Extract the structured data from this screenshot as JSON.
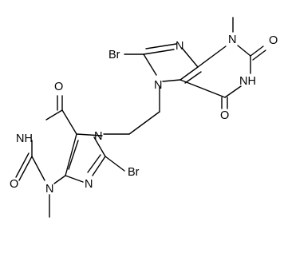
{
  "molecule": {
    "atoms": {
      "n9_top": "N",
      "n3_top": "N",
      "n7_top": "N",
      "n1_top": "NH",
      "o2_top": "O",
      "o6_top": "O",
      "br_top": "Br",
      "n7_bot": "N",
      "n1_bot": "NH",
      "n9_bot": "N",
      "n3_bot": "N",
      "o6_bot": "O",
      "o2_bot": "O",
      "br_bot": "Br"
    }
  }
}
